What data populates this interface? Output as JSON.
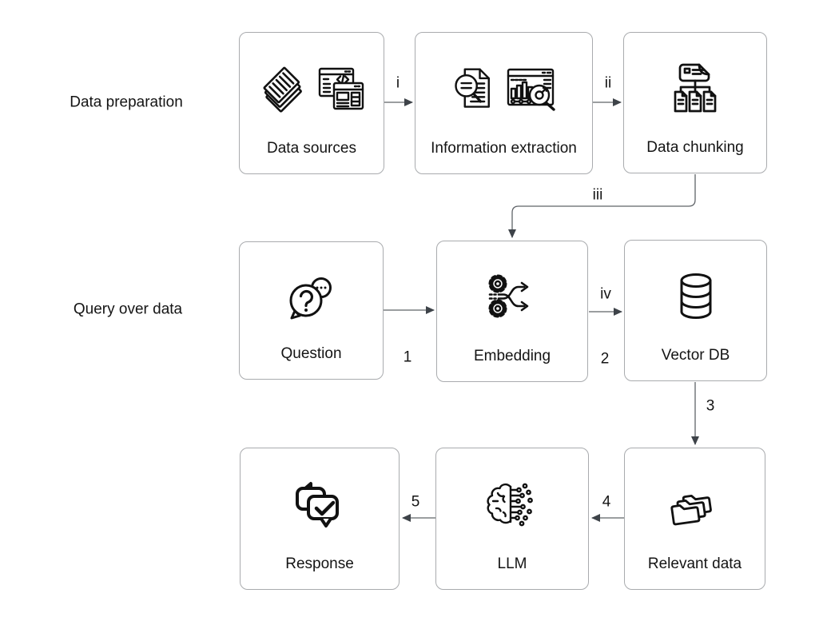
{
  "rows": [
    {
      "id": "data-preparation",
      "label": "Data preparation"
    },
    {
      "id": "query-over-data",
      "label": "Query over data"
    }
  ],
  "nodes": [
    {
      "id": "data-sources",
      "label": "Data sources",
      "icons": [
        "stacked-papers-icon",
        "web-pages-icon"
      ]
    },
    {
      "id": "information-extraction",
      "label": "Information extraction",
      "icons": [
        "document-search-icon",
        "chart-magnifier-icon"
      ]
    },
    {
      "id": "data-chunking",
      "label": "Data chunking",
      "icons": [
        "document-split-icon"
      ]
    },
    {
      "id": "question",
      "label": "Question",
      "icons": [
        "question-bubbles-icon"
      ]
    },
    {
      "id": "embedding",
      "label": "Embedding",
      "icons": [
        "gears-shuffle-icon"
      ]
    },
    {
      "id": "vector-db",
      "label": "Vector DB",
      "icons": [
        "database-icon"
      ]
    },
    {
      "id": "response",
      "label": "Response",
      "icons": [
        "chat-check-icon"
      ]
    },
    {
      "id": "llm",
      "label": "LLM",
      "icons": [
        "brain-circuit-icon"
      ]
    },
    {
      "id": "relevant-data",
      "label": "Relevant data",
      "icons": [
        "stacked-folders-icon"
      ]
    }
  ],
  "edges": [
    {
      "from": "data-sources",
      "to": "information-extraction",
      "label": "i"
    },
    {
      "from": "information-extraction",
      "to": "data-chunking",
      "label": "ii"
    },
    {
      "from": "data-chunking",
      "to": "embedding",
      "label": "iii"
    },
    {
      "from": "question",
      "to": "embedding",
      "label": "1"
    },
    {
      "from": "embedding",
      "to": "vector-db",
      "label": "iv",
      "label2": "2"
    },
    {
      "from": "vector-db",
      "to": "relevant-data",
      "label": "3"
    },
    {
      "from": "relevant-data",
      "to": "llm",
      "label": "4"
    },
    {
      "from": "llm",
      "to": "response",
      "label": "5"
    }
  ],
  "colors": {
    "background": "#ffffff",
    "box_border": "#a9abae",
    "box_fill": "#ffffff",
    "text": "#141414",
    "icon_stroke": "#111111",
    "arrow_line": "#5f6368",
    "arrow_head": "#3e4349"
  }
}
